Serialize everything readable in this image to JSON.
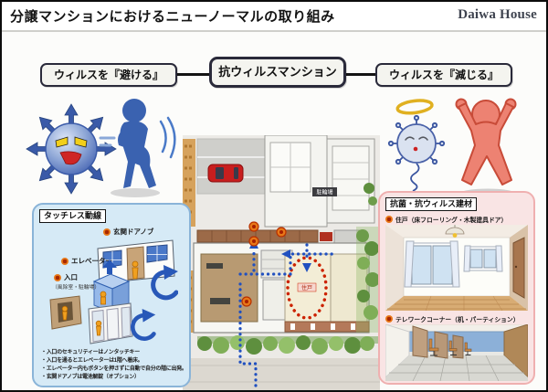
{
  "header": {
    "title": "分譲マンションにおけるニューノーマルの取り組み",
    "logo": "Daiwa House"
  },
  "flow": {
    "avoid": "ウィルスを『避ける』",
    "center": "抗ウィルスマンション",
    "reduce": "ウィルスを『減じる』"
  },
  "touchless": {
    "title": "タッチレス動線",
    "item_doorknob": "玄関ドアノブ",
    "item_elevator": "エレベーター",
    "item_entrance": "入口",
    "item_entrance_sub": "（風除室・駐輪場）",
    "notes": [
      "・入口のセキュリティーはノンタッチキー",
      "・入口を通るとエレベーターは1階へ着床。",
      "・エレベーター内もボタンを押さずに自動で自分の階に出発。",
      "・玄関ドアノブは電池解錠（オプション）"
    ]
  },
  "materials": {
    "title": "抗菌・抗ウィルス建材",
    "item_unit": "住戸（床フローリング・木製建具ドア）",
    "item_telework": "テレワークコーナー（机・パーティション）"
  },
  "plan": {
    "label_bicycle": "駐輪場",
    "label_unit": "住戸"
  },
  "colors": {
    "accent_blue": "#2858b8",
    "accent_red": "#cc2200",
    "marker_orange": "#e87818",
    "panel_blue": "#d6eaf6",
    "panel_pink": "#f9e4e4"
  }
}
